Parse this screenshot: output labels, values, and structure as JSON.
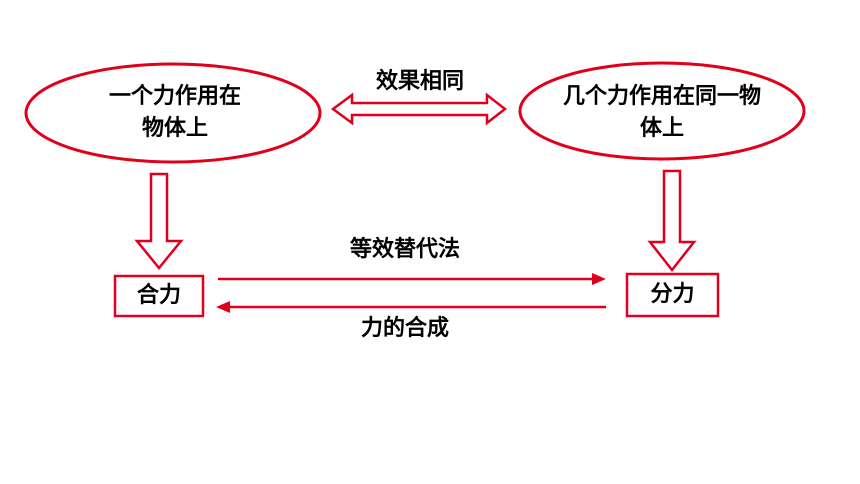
{
  "colors": {
    "stroke": "#e0001b",
    "text": "#000000",
    "background": "#ffffff"
  },
  "left_ellipse": {
    "line1": "一个力作用在",
    "line2": "物体上"
  },
  "right_ellipse": {
    "line1": "几个力作用在同一物",
    "line2": "体上"
  },
  "top_relation": "效果相同",
  "left_box": "合力",
  "right_box": "分力",
  "middle_relation_top": "等效替代法",
  "middle_relation_bottom": "力的合成"
}
